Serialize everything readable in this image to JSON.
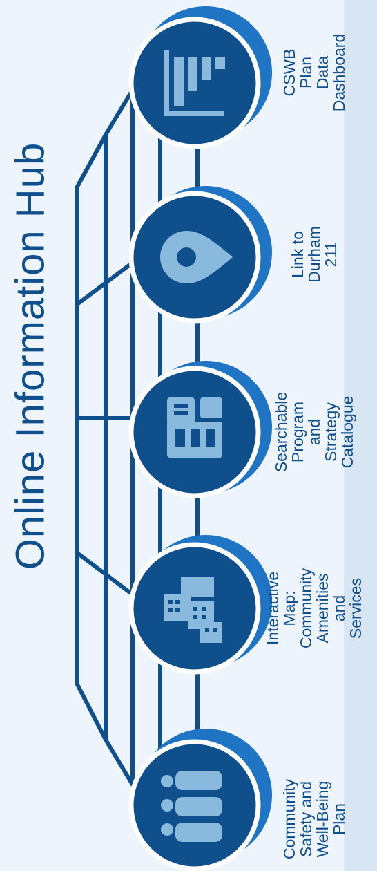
{
  "title": "Online Information Hub",
  "colors": {
    "background": "#eef4fb",
    "node_fill": "#0f4f8c",
    "node_shadow": "#1f74c4",
    "icon_fill": "#8ab9de",
    "line": "#0f4f8c"
  },
  "nodes": [
    {
      "label": "Community\nSafety and\nWell-Being\nPlan",
      "icon": "people-icon"
    },
    {
      "label": "Interactive Map:\nCommunity\nAmenities\nand Services",
      "icon": "buildings-icon"
    },
    {
      "label": "Searchable\nProgram\nand Strategy\nCatalogue",
      "icon": "book-catalogue-icon"
    },
    {
      "label": "Link to\nDurham 211",
      "icon": "location-pin-icon"
    },
    {
      "label": "CSWB Plan\nData\nDashboard",
      "icon": "bar-chart-icon"
    }
  ]
}
